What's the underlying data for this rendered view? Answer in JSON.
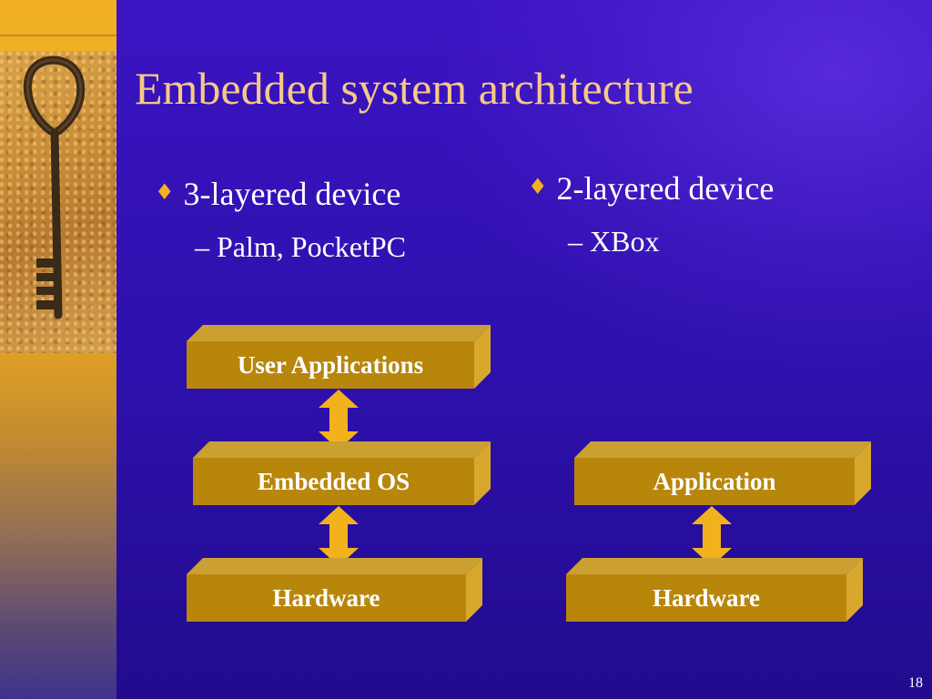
{
  "slide": {
    "title": "Embedded system architecture",
    "page_number": "18"
  },
  "left_column": {
    "bullet": "3-layered device",
    "sub_bullet": "– Palm, PocketPC"
  },
  "right_column": {
    "bullet": "2-layered device",
    "sub_bullet": "– XBox"
  },
  "diagram": {
    "three_layer": {
      "top_layer": "User Applications",
      "middle_layer": "Embedded OS",
      "bottom_layer": "Hardware"
    },
    "two_layer": {
      "top_layer": "Application",
      "bottom_layer": "Hardware"
    }
  },
  "colors": {
    "background": "#2d10ab",
    "title": "#f6c987",
    "bullet_marker": "#f2b21c",
    "block_face": "#b8860b",
    "block_top": "#c9961f",
    "block_side": "#d7a32a",
    "arrow": "#f2b21c"
  },
  "icons": {
    "bullet_marker": "diamond-icon",
    "decoration": "key-image"
  }
}
